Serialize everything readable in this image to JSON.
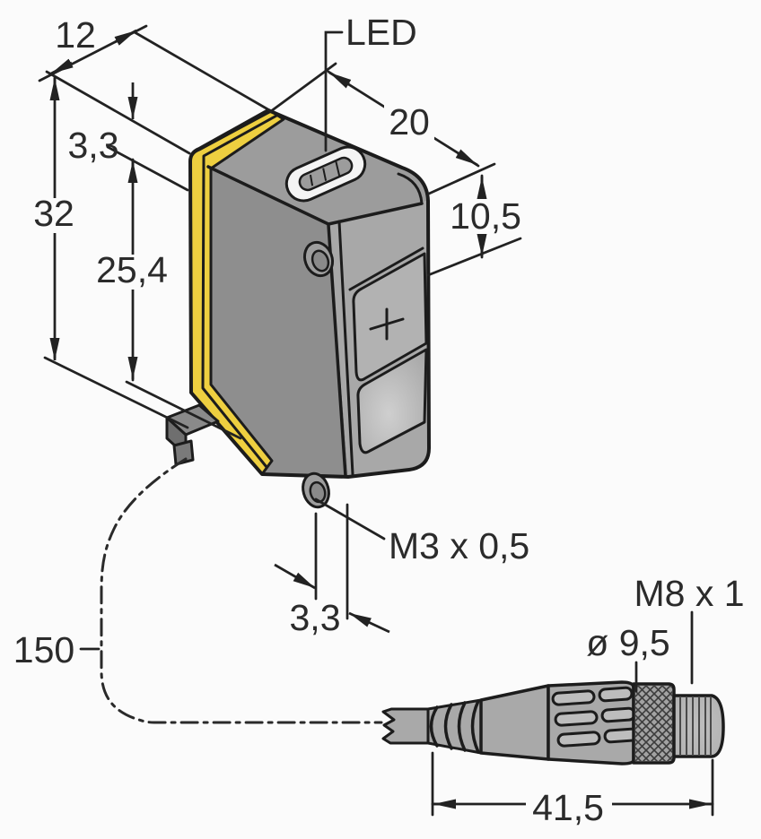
{
  "drawing": {
    "type": "technical-dimension-drawing",
    "subject": "miniature photoelectric sensor with pigtail M8 connector",
    "labels": {
      "depth_top": "12",
      "hole_offset_top": "3,3",
      "height": "32",
      "hole_spacing": "25,4",
      "led": "LED",
      "width_top": "20",
      "window_offset": "10,5",
      "mounting_thread": "M3 x 0,5",
      "hole_offset_bottom": "3,3",
      "cable_length": "150",
      "connector_thread": "M8 x 1",
      "connector_diameter": "ø 9,5",
      "connector_length": "41,5"
    },
    "colors": {
      "housing_accent_yellow": "#eecf40",
      "body_gray_left": "#8e8e8e",
      "body_gray_top": "#9c9c9c",
      "body_gray_right": "#a8a8a8",
      "window_gray": "#b2b2b2",
      "line_color": "#1c1c1c",
      "background": "#fbfbfb"
    }
  }
}
